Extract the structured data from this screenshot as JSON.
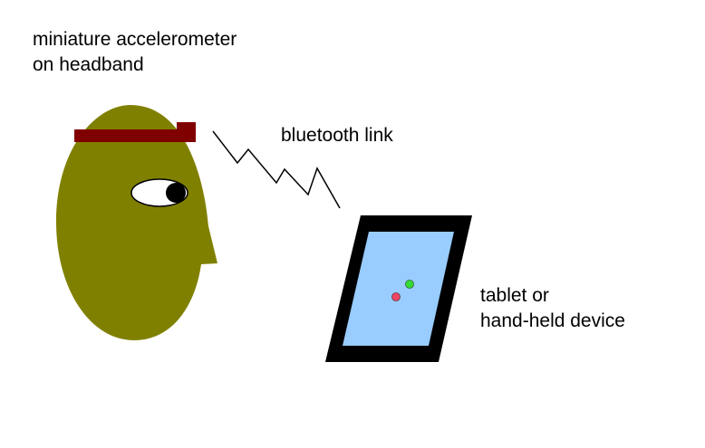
{
  "labels": {
    "accelerometer_line1": "miniature accelerometer",
    "accelerometer_line2": "on headband",
    "link": "bluetooth link",
    "device_line1": "tablet or",
    "device_line2": "hand-held device"
  },
  "colors": {
    "background": "#ffffff",
    "head": "#808000",
    "headband": "#800000",
    "eye_white": "#ffffff",
    "pupil": "#000000",
    "tablet_frame": "#000000",
    "tablet_screen": "#99ccff",
    "dot_green": "#33dd33",
    "dot_red": "#ee4466",
    "text": "#000000"
  },
  "icons": {
    "head": "head-profile-icon",
    "sensor": "accelerometer-sensor-icon",
    "link": "zigzag-signal-icon",
    "device": "tablet-device-icon"
  }
}
